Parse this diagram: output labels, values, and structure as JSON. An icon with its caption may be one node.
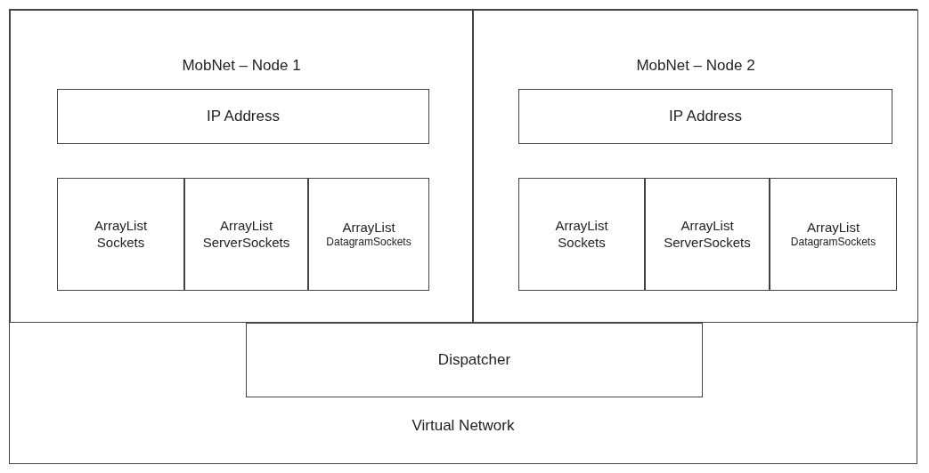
{
  "diagram": {
    "nodes": [
      {
        "text": [
          "Virtual Network"
        ]
      },
      {
        "text": [
          "MobNet – Node 1"
        ],
        "in": 0
      },
      {
        "text": [
          "IP Address"
        ],
        "in": 1
      },
      {
        "text": [
          "ArrayList",
          "Sockets"
        ],
        "in": 1
      },
      {
        "text": [
          "ArrayList",
          "ServerSockets"
        ],
        "in": 1
      },
      {
        "text": [
          "ArrayList",
          "DatagramSockets"
        ],
        "in": 1
      },
      {
        "text": [
          "MobNet – Node 2"
        ],
        "in": 0
      },
      {
        "text": [
          "IP Address"
        ],
        "in": 6
      },
      {
        "text": [
          "ArrayList",
          "Sockets"
        ],
        "in": 6
      },
      {
        "text": [
          "ArrayList",
          "ServerSockets"
        ],
        "in": 6
      },
      {
        "text": [
          "ArrayList",
          "DatagramSockets"
        ],
        "in": 6
      },
      {
        "text": [
          "Dispatcher"
        ],
        "in": 0
      }
    ],
    "edges": []
  }
}
